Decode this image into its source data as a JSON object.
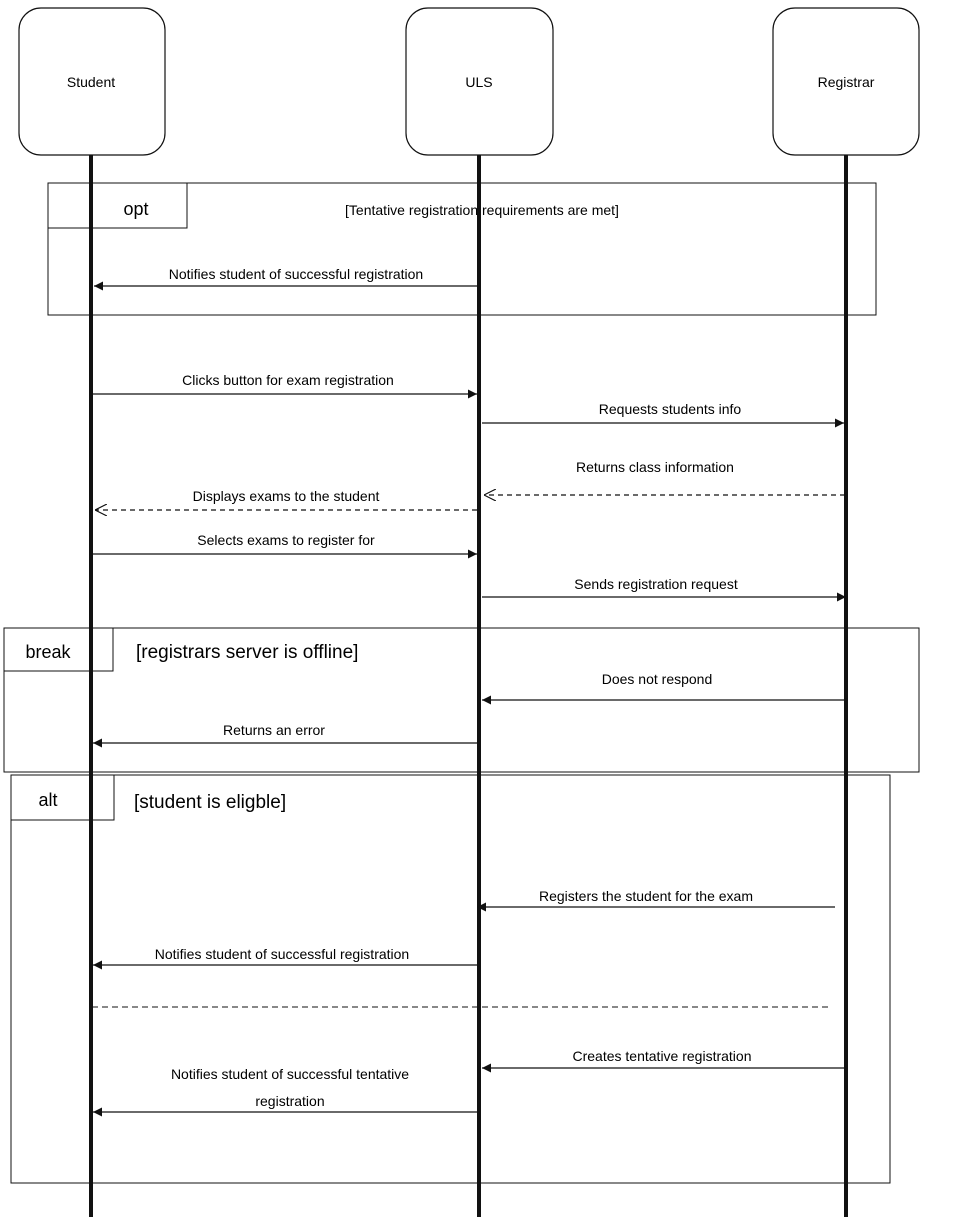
{
  "actors": [
    {
      "id": "student",
      "label": "Student"
    },
    {
      "id": "uls",
      "label": "ULS"
    },
    {
      "id": "registrar",
      "label": "Registrar"
    }
  ],
  "frames": [
    {
      "id": "opt",
      "operator": "opt",
      "guard": "[Tentative registration requirements are met]"
    },
    {
      "id": "break",
      "operator": "break",
      "guard": "[registrars server is offline]"
    },
    {
      "id": "alt",
      "operator": "alt",
      "guard": "[student is eligble]"
    }
  ],
  "messages": [
    {
      "id": "m1",
      "label": "Notifies student of successful registration",
      "from": "uls",
      "to": "student",
      "style": "solid"
    },
    {
      "id": "m2",
      "label": "Clicks button for exam registration",
      "from": "student",
      "to": "uls",
      "style": "solid"
    },
    {
      "id": "m3",
      "label": "Requests students info",
      "from": "uls",
      "to": "registrar",
      "style": "solid"
    },
    {
      "id": "m4",
      "label": "Returns class information",
      "from": "registrar",
      "to": "uls",
      "style": "dashed"
    },
    {
      "id": "m5",
      "label": "Displays exams to the student",
      "from": "uls",
      "to": "student",
      "style": "dashed"
    },
    {
      "id": "m6",
      "label": "Selects exams to register for",
      "from": "student",
      "to": "uls",
      "style": "solid"
    },
    {
      "id": "m7",
      "label": "Sends registration request",
      "from": "uls",
      "to": "registrar",
      "style": "solid"
    },
    {
      "id": "m8",
      "label": "Does not respond",
      "from": "registrar",
      "to": "uls",
      "style": "solid"
    },
    {
      "id": "m9",
      "label": "Returns an error",
      "from": "uls",
      "to": "student",
      "style": "solid"
    },
    {
      "id": "m10",
      "label": "Registers the student for the exam",
      "from": "registrar",
      "to": "uls",
      "style": "solid"
    },
    {
      "id": "m11",
      "label": "Notifies student of successful registration",
      "from": "uls",
      "to": "student",
      "style": "solid"
    },
    {
      "id": "m12",
      "label": "Creates tentative registration",
      "from": "registrar",
      "to": "uls",
      "style": "solid"
    },
    {
      "id": "m13",
      "label_line1": "Notifies student of successful tentative",
      "label_line2": "registration",
      "from": "uls",
      "to": "student",
      "style": "solid"
    }
  ]
}
